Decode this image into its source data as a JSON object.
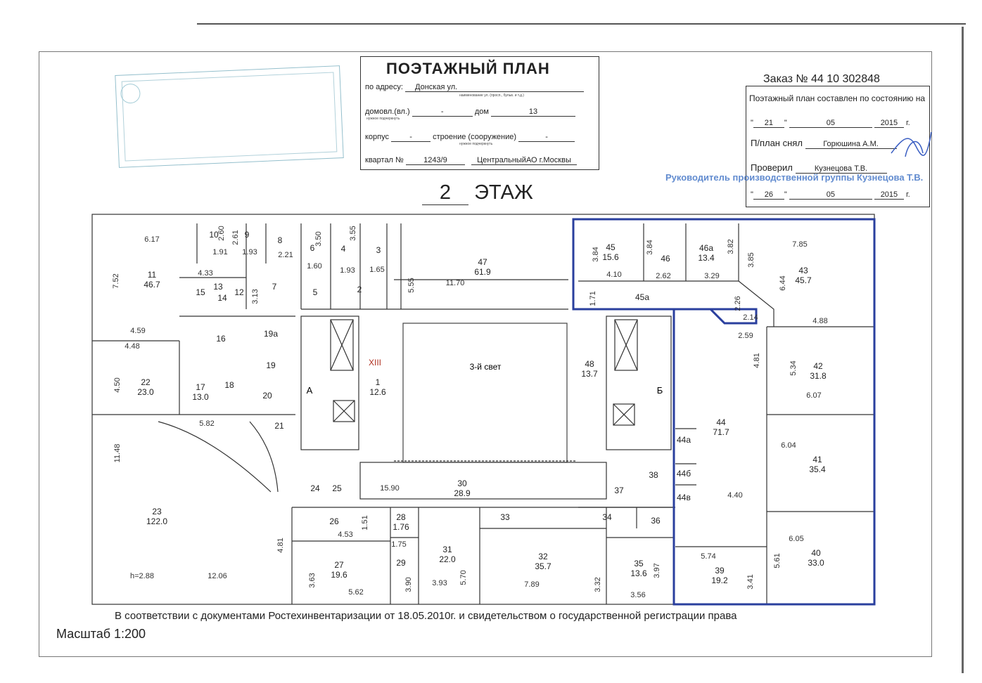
{
  "title_block": {
    "title": "ПОЭТАЖНЫЙ ПЛАН",
    "address_label": "по адресу:",
    "address_value": "Донская ул.",
    "address_hint": "наименование ул. (просп., бульв. и т.д.)",
    "house_label": "домовл.(вл.)",
    "house_value": "-",
    "house_hint": "нужное подчеркнуть",
    "dom_label": "дом",
    "dom_value": "13",
    "korpus_label": "корпус",
    "korpus_value": "-",
    "stroenie_label": "строение (сооружение)",
    "stroenie_value": "-",
    "stroenie_hint": "нужное подчеркнуть",
    "kvartal_label": "квартал №",
    "kvartal_value": "1243/9",
    "district_value": "ЦентральныйАО г.Москвы"
  },
  "order": {
    "number": "Заказ № 44 10 302848",
    "state_label": "Поэтажный план составлен по состоянию на",
    "date1_day": "21",
    "date1_month": "05",
    "date1_year": "2015",
    "year_suffix": "г.",
    "made_label": "П/план снял",
    "made_by": "Горюшина А.М.",
    "checked_label": "Проверил",
    "checked_by": "Кузнецова Т.В.",
    "blue_stamp": "Руководитель производственной группы Кузнецова Т.В.",
    "date2_day": "26",
    "date2_month": "05",
    "date2_year": "2015"
  },
  "floor": {
    "number": "2",
    "label": "ЭТАЖ"
  },
  "footer": {
    "note": "В соответствии с документами Ростехинвентаризации от 18.05.2010г. и свидетельством о государственной регистрации права",
    "scale": "Масштаб 1:200"
  },
  "plan": {
    "rooms": [
      {
        "no": "1",
        "area": "12.6"
      },
      {
        "no": "2",
        "area": ""
      },
      {
        "no": "3",
        "area": ""
      },
      {
        "no": "4",
        "area": ""
      },
      {
        "no": "5",
        "area": ""
      },
      {
        "no": "6",
        "area": ""
      },
      {
        "no": "7",
        "area": ""
      },
      {
        "no": "8",
        "area": ""
      },
      {
        "no": "9",
        "area": ""
      },
      {
        "no": "10",
        "area": ""
      },
      {
        "no": "11",
        "area": "46.7"
      },
      {
        "no": "12",
        "area": ""
      },
      {
        "no": "13",
        "area": ""
      },
      {
        "no": "14",
        "area": ""
      },
      {
        "no": "15",
        "area": ""
      },
      {
        "no": "16",
        "area": ""
      },
      {
        "no": "17",
        "area": "13.0"
      },
      {
        "no": "18",
        "area": ""
      },
      {
        "no": "19",
        "area": ""
      },
      {
        "no": "19а",
        "area": ""
      },
      {
        "no": "20",
        "area": ""
      },
      {
        "no": "21",
        "area": ""
      },
      {
        "no": "22",
        "area": "23.0"
      },
      {
        "no": "23",
        "area": "122.0"
      },
      {
        "no": "24",
        "area": ""
      },
      {
        "no": "25",
        "area": ""
      },
      {
        "no": "26",
        "area": ""
      },
      {
        "no": "27",
        "area": "19.6"
      },
      {
        "no": "28",
        "area": "1.76"
      },
      {
        "no": "29",
        "area": ""
      },
      {
        "no": "30",
        "area": "28.9"
      },
      {
        "no": "31",
        "area": "22.0"
      },
      {
        "no": "32",
        "area": "35.7"
      },
      {
        "no": "33",
        "area": ""
      },
      {
        "no": "34",
        "area": ""
      },
      {
        "no": "35",
        "area": "13.6"
      },
      {
        "no": "36",
        "area": ""
      },
      {
        "no": "37",
        "area": ""
      },
      {
        "no": "38",
        "area": ""
      },
      {
        "no": "39",
        "area": "19.2"
      },
      {
        "no": "40",
        "area": "33.0"
      },
      {
        "no": "41",
        "area": "35.4"
      },
      {
        "no": "42",
        "area": "31.8"
      },
      {
        "no": "43",
        "area": "45.7"
      },
      {
        "no": "44",
        "area": "71.7"
      },
      {
        "no": "44а",
        "area": ""
      },
      {
        "no": "44б",
        "area": ""
      },
      {
        "no": "44в",
        "area": ""
      },
      {
        "no": "45",
        "area": "15.6"
      },
      {
        "no": "45а",
        "area": ""
      },
      {
        "no": "46",
        "area": ""
      },
      {
        "no": "46а",
        "area": "13.4"
      },
      {
        "no": "47",
        "area": "61.9"
      },
      {
        "no": "48",
        "area": "13.7"
      }
    ],
    "dimensions": [
      "6.17",
      "2.60",
      "2.61",
      "1.91",
      "1.93",
      "2.21",
      "3.50",
      "3.55",
      "1.60",
      "1.93",
      "1.65",
      "5.55",
      "11.70",
      "7.52",
      "4.33",
      "3.13",
      "4.59",
      "4.48",
      "4.50",
      "5.82",
      "11.48",
      "h=2.88",
      "12.06",
      "4.81",
      "3.63",
      "5.62",
      "4.53",
      "1.51",
      "1.75",
      "3.90",
      "3.93",
      "5.70",
      "7.89",
      "3.32",
      "3.97",
      "3.56",
      "15.90",
      "3.84",
      "4.10",
      "3.84",
      "2.62",
      "3.82",
      "3.29",
      "3.85",
      "7.85",
      "6.44",
      "4.88",
      "1.71",
      "2.26",
      "2.14",
      "2.59",
      "4.81",
      "5.34",
      "6.07",
      "6.04",
      "4.40",
      "6.05",
      "5.74",
      "5.61",
      "3.41"
    ],
    "light_well": "3-й свет",
    "stair_a": "А",
    "stair_b": "Б",
    "roman": "XIII",
    "highlight_color": "#2a3f9e"
  }
}
